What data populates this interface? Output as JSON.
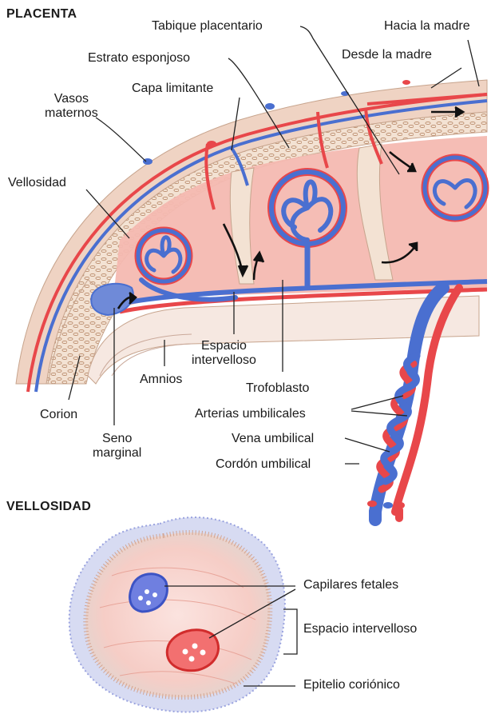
{
  "sections": {
    "placenta": "PLACENTA",
    "villus": "VELLOSIDAD"
  },
  "labels": {
    "placental_septum": "Tabique placentario",
    "to_mother": "Hacia la madre",
    "from_mother": "Desde la madre",
    "spongy_layer": "Estrato esponjoso",
    "limiting_layer": "Capa limitante",
    "maternal_vessels": "Vasos\nmaternos",
    "villus": "Vellosidad",
    "intervillous_space": "Espacio\nintervelloso",
    "amnion": "Amnios",
    "trophoblast": "Trofoblasto",
    "chorion": "Corion",
    "umbilical_arteries": "Arterias umbilicales",
    "umbilical_vein": "Vena umbilical",
    "umbilical_cord": "Cordón umbilical",
    "marginal_sinus": "Seno\nmarginal",
    "fetal_capillaries": "Capilares fetales",
    "villus_intervillous_space": "Espacio intervelloso",
    "chorionic_epithelium": "Epitelio coriónico"
  },
  "colors": {
    "artery_red": "#e8474a",
    "vein_blue": "#4a6fd0",
    "maternal_pink": "#f4b9b1",
    "tissue_tan": "#efd9c8"
  }
}
